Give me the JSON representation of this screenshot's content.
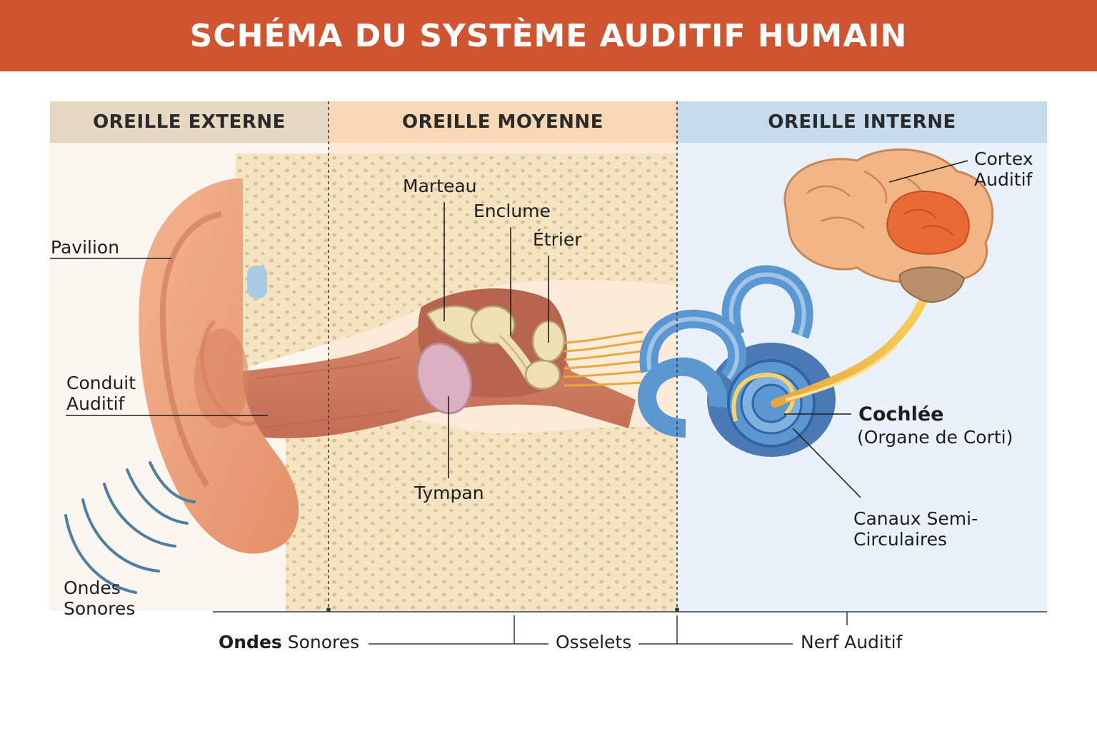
{
  "title": "SCHÉMA DU SYSTÈME AUDITIF HUMAIN",
  "colors": {
    "banner": "#cf5430",
    "outer_ear_zone": "#e6d8c2",
    "middle_ear_zone": "#f8d7b5",
    "inner_ear_zone": "#c6dced",
    "skin": "#eda57f",
    "bone": "#f4e4c1",
    "inner_ear_blue": "#5b98d2",
    "brain": "#f2b585",
    "auditory_cortex": "#ea6a35",
    "nerve": "#f2c04c"
  },
  "sections": {
    "outer": "OREILLE EXTERNE",
    "middle": "OREILLE MOYENNE",
    "inner": "OREILLE INTERNE"
  },
  "labels": {
    "pavilion": "Pavilion",
    "canal_line1": "Conduit",
    "canal_line2": "Auditif",
    "waves_line1": "Ondes",
    "waves_line2": "Sonores",
    "malleus": "Marteau",
    "incus": "Enclume",
    "stapes": "Étrier",
    "eardrum": "Tympan",
    "cortex_line1": "Cortex",
    "cortex_line2": "Auditif",
    "cochlea": "Cochlée",
    "cochlea_sub": "(Organe de Corti)",
    "canals_line1": "Canaux Semi-",
    "canals_line2": "Circulaires"
  },
  "bottom_bar": {
    "waves_bold": "Ondes",
    "waves_rest": "Sonores",
    "ossicles": "Osselets",
    "nerve": "Nerf Auditif"
  }
}
